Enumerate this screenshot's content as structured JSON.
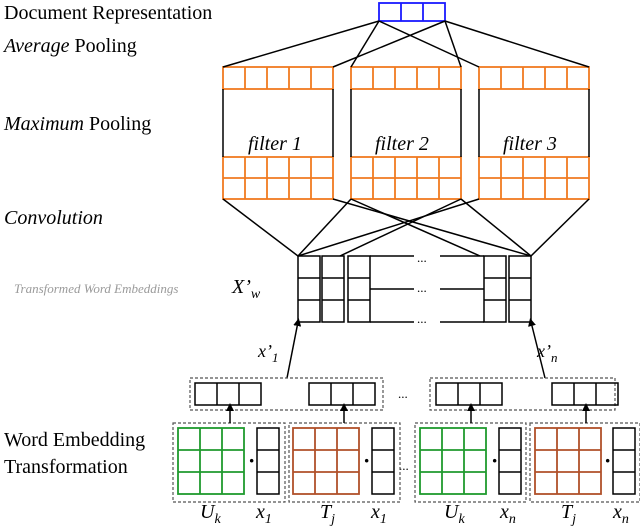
{
  "labels": {
    "doc_rep": "Document Representation",
    "avg_word": "Average",
    "avg_rest": " Pooling",
    "max_word": "Maximum",
    "max_rest": " Pooling",
    "conv": "Convolution",
    "twe": "Transformed Word Embeddings",
    "xw_base": "X’",
    "xw_sub": "w",
    "web_line1": "Word Embedding",
    "web_line2": "Transformation",
    "filters": [
      "filter 1",
      "filter 2",
      "filter 3"
    ],
    "x1p_base": "x’",
    "x1p_sub": "1",
    "xnp_base": "x’",
    "xnp_sub": "n",
    "uk_base": "U",
    "uk_sub": "k",
    "tj_base": "T",
    "tj_sub": "j",
    "x1_base": "x",
    "x1_sub": "1",
    "xn_base": "x",
    "xn_sub": "n",
    "dot": "·",
    "ellipsis": "...",
    "ellipsis2": "..."
  },
  "colors": {
    "blue": "#1a1aff",
    "orange": "#f07a20",
    "green": "#1f9a2e",
    "brown": "#b0502a",
    "black": "#000000",
    "gray": "#9a9a9a"
  }
}
